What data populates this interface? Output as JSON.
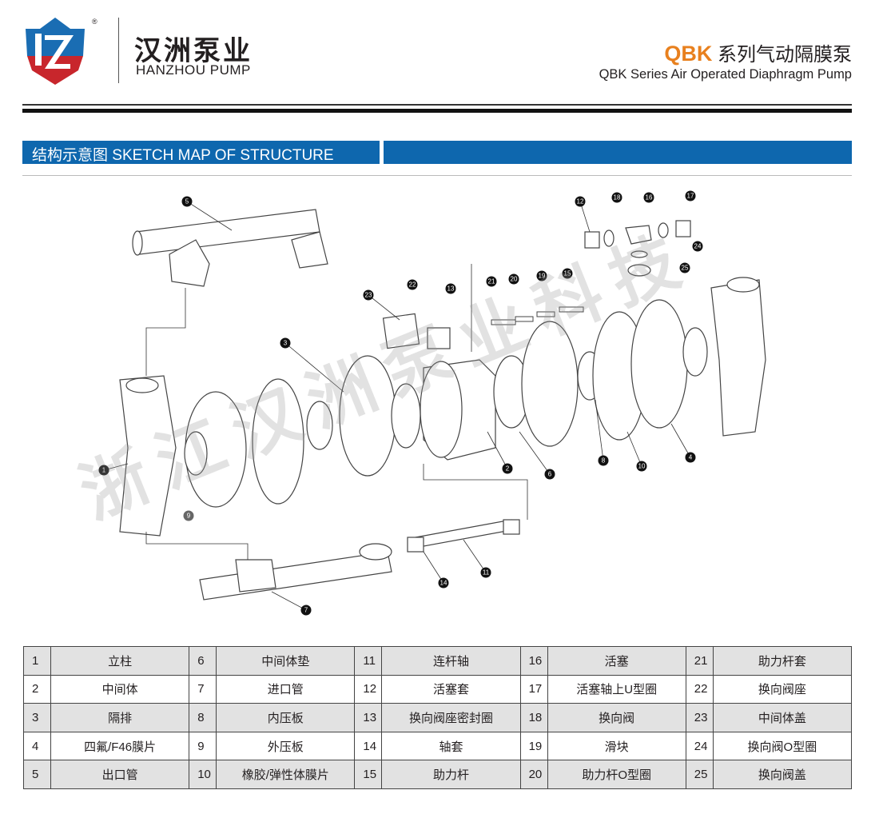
{
  "header": {
    "logo_text": "HZ",
    "registered": "®",
    "brand_cn": "汉洲泵业",
    "brand_en": "HANZHOU PUMP",
    "product_code": "QBK",
    "product_cn": "系列气动隔膜泵",
    "product_en": "QBK Series Air Operated Diaphragm Pump"
  },
  "section": {
    "title": "结构示意图 SKETCH MAP OF STRUCTURE"
  },
  "diagram": {
    "watermark": "浙江汉洲泵业科技",
    "callouts": [
      "1",
      "2",
      "3",
      "4",
      "5",
      "6",
      "7",
      "8",
      "9",
      "10",
      "11",
      "12",
      "13",
      "14",
      "15",
      "16",
      "17",
      "18",
      "19",
      "20",
      "21",
      "22",
      "23",
      "24",
      "25"
    ]
  },
  "colors": {
    "accent_blue": "#0e67ae",
    "accent_orange": "#e8801e",
    "logo_red": "#c8262c"
  },
  "parts": [
    {
      "no": "1",
      "name": "立柱"
    },
    {
      "no": "2",
      "name": "中间体"
    },
    {
      "no": "3",
      "name": "隔排"
    },
    {
      "no": "4",
      "name": "四氟/F46膜片"
    },
    {
      "no": "5",
      "name": "出口管"
    },
    {
      "no": "6",
      "name": "中间体垫"
    },
    {
      "no": "7",
      "name": "进口管"
    },
    {
      "no": "8",
      "name": "内压板"
    },
    {
      "no": "9",
      "name": "外压板"
    },
    {
      "no": "10",
      "name": "橡胶/弹性体膜片"
    },
    {
      "no": "11",
      "name": "连杆轴"
    },
    {
      "no": "12",
      "name": "活塞套"
    },
    {
      "no": "13",
      "name": "换向阀座密封圈"
    },
    {
      "no": "14",
      "name": "轴套"
    },
    {
      "no": "15",
      "name": "助力杆"
    },
    {
      "no": "16",
      "name": "活塞"
    },
    {
      "no": "17",
      "name": "活塞轴上U型圈"
    },
    {
      "no": "18",
      "name": "换向阀"
    },
    {
      "no": "19",
      "name": "滑块"
    },
    {
      "no": "20",
      "name": "助力杆O型圈"
    },
    {
      "no": "21",
      "name": "助力杆套"
    },
    {
      "no": "22",
      "name": "换向阀座"
    },
    {
      "no": "23",
      "name": "中间体盖"
    },
    {
      "no": "24",
      "name": "换向阀O型圈"
    },
    {
      "no": "25",
      "name": "换向阀盖"
    }
  ]
}
